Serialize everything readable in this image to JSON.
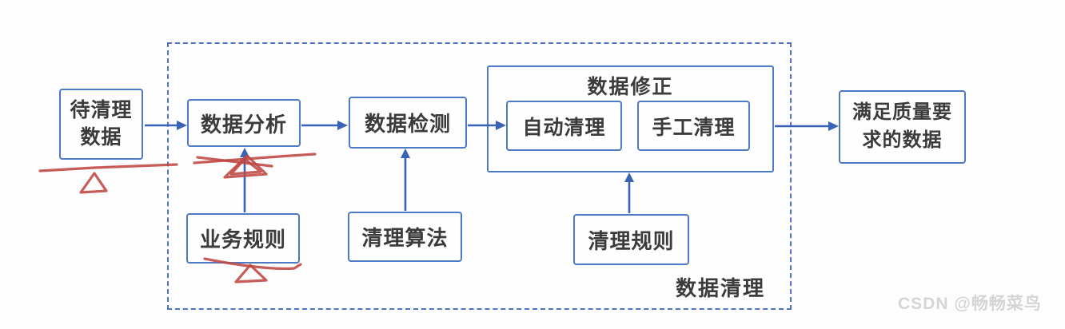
{
  "diagram": {
    "group_label": "数据清理",
    "correction_group_label": "数据修正",
    "nodes": {
      "pending_data": "待清理\n数据",
      "data_analysis": "数据分析",
      "data_detection": "数据检测",
      "auto_cleaning": "自动清理",
      "manual_cleaning": "手工清理",
      "qualified_data": "满足质量要\n求的数据",
      "business_rules": "业务规则",
      "cleaning_algorithm": "清理算法",
      "cleaning_rules": "清理规则"
    },
    "edges": [
      {
        "from": "待清理数据",
        "to": "数据分析"
      },
      {
        "from": "数据分析",
        "to": "数据检测"
      },
      {
        "from": "数据检测",
        "to": "数据修正(自动清理)"
      },
      {
        "from": "数据修正",
        "to": "满足质量要求的数据"
      },
      {
        "from": "业务规则",
        "to": "数据分析"
      },
      {
        "from": "清理算法",
        "to": "数据检测"
      },
      {
        "from": "清理规则",
        "to": "数据修正"
      }
    ],
    "annotations": [
      {
        "type": "red-underline-with-triangle",
        "target": "待清理数据"
      },
      {
        "type": "red-scribble-with-triangle",
        "target": "数据分析"
      },
      {
        "type": "red-underline-with-triangle",
        "target": "业务规则"
      }
    ]
  },
  "watermark": "CSDN @畅畅菜鸟",
  "colors": {
    "box-border": "#4d79c5",
    "box-text": "#3b3b3b",
    "arrow": "#3a62b5",
    "dashed-border": "#5272c2",
    "annotation-red": "#bf4742",
    "watermark": "#d5d5d5"
  }
}
